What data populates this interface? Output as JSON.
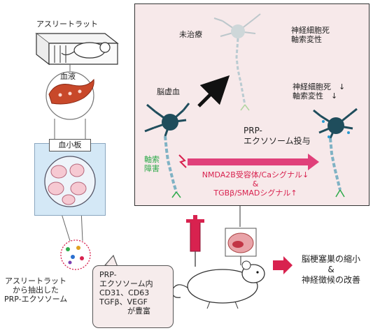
{
  "left": {
    "athlete_rat": "アスリートラット",
    "blood": "血液",
    "platelets": "血小板",
    "exosome_caption": [
      "アスリートラット",
      "から抽出した",
      "PRP-エクソソーム"
    ]
  },
  "bubble": {
    "lines": [
      "PRP-",
      "エクソソーム内",
      "CD31、CD63",
      "TGFβ、VEGF",
      "が豊富"
    ]
  },
  "panel": {
    "untreated": "未治療",
    "top_right": [
      "神経細胞死",
      "軸索変性"
    ],
    "ischemia": "脳虚血",
    "improved": [
      "神経細胞死　↓",
      "軸索変性　↓"
    ],
    "prp_admin": [
      "PRP-",
      "エクソソーム投与"
    ],
    "axon_damage": [
      "軸索",
      "障害"
    ],
    "signal_1": "NMDA2B受容体/Caシグナル↓",
    "signal_2": "&",
    "signal_3": "TGBβ/SMADシグナル↑"
  },
  "outcome": [
    "脳梗塞巣の縮小",
    "&",
    "神経徴候の改善"
  ],
  "colors": {
    "accent_red": "#d8224f",
    "green": "#2eaa4a",
    "panel_bg": "#f7e9ea",
    "neuron_dark": "#1f4d5c"
  }
}
